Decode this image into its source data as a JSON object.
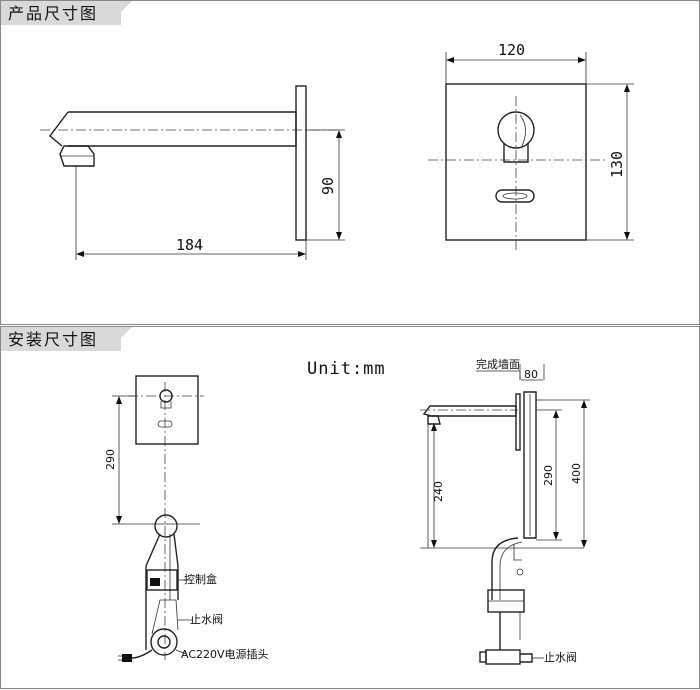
{
  "sections": {
    "product": {
      "title": "产品尺寸图"
    },
    "install": {
      "title": "安装尺寸图"
    }
  },
  "unit_label": "Unit:mm",
  "product_dims": {
    "spout_length": "184",
    "plate_height_side": "90",
    "plate_width": "120",
    "plate_height_front": "130"
  },
  "install_dims": {
    "front_height": "290",
    "side_offset": "80",
    "spout_height": "240",
    "box_height": "290",
    "total_height": "400"
  },
  "labels": {
    "finished_wall": "完成墙面",
    "control_box": "控制盒",
    "stop_valve_front": "止水阀",
    "power_plug": "AC220V电源插头",
    "stop_valve_side": "止水阀"
  }
}
